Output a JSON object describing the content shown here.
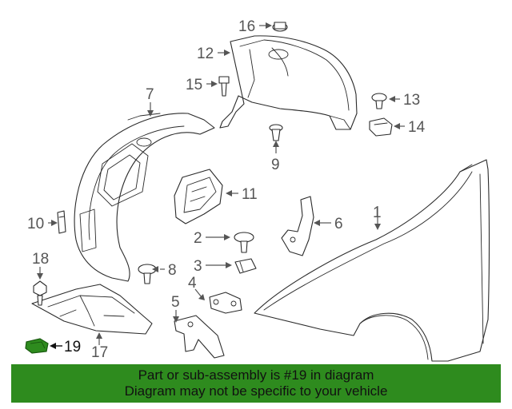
{
  "callouts": {
    "c1": "1",
    "c2": "2",
    "c3": "3",
    "c4": "4",
    "c5": "5",
    "c6": "6",
    "c7": "7",
    "c8": "8",
    "c9": "9",
    "c10": "10",
    "c11": "11",
    "c12": "12",
    "c13": "13",
    "c14": "14",
    "c15": "15",
    "c16": "16",
    "c17": "17",
    "c18": "18",
    "c19": "19"
  },
  "highlight_part": "19",
  "colors": {
    "highlight": "#2e8b1e",
    "line": "#2b2b2b",
    "label": "#555555"
  },
  "banner": {
    "line1": "Part or sub-assembly is #19 in diagram",
    "line2": "Diagram may not be specific to your vehicle"
  }
}
